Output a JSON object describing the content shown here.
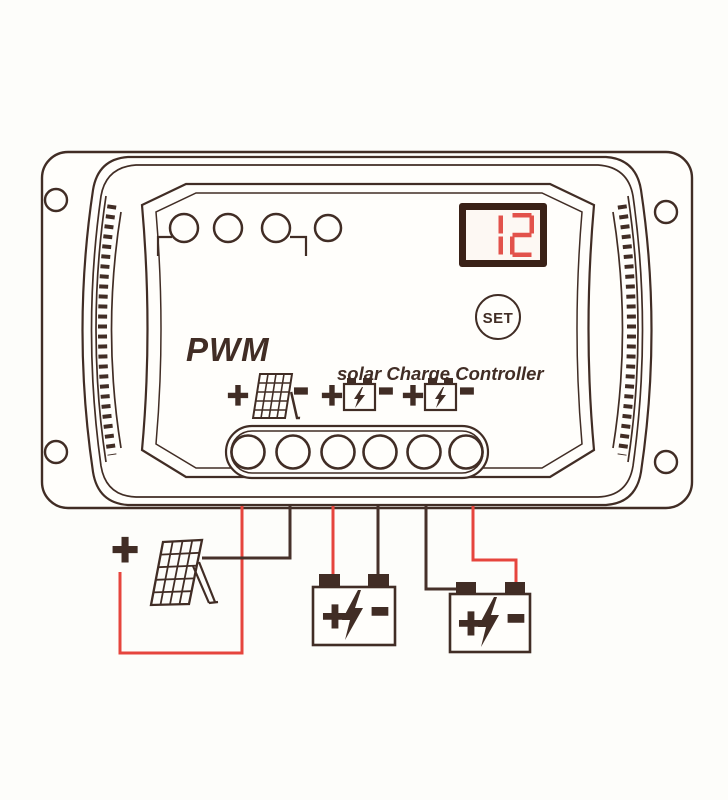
{
  "controller": {
    "brand": "PWM",
    "product_title": "solar Charge Controller",
    "display_value": "12",
    "set_label": "SET",
    "leds": [
      {
        "name": "green-led",
        "fill": "#43a436"
      },
      {
        "name": "orange-led",
        "fill": "#f19c1e"
      },
      {
        "name": "red-led",
        "fill": "#e83120"
      },
      {
        "name": "off-led",
        "fill": "#fffefb"
      }
    ],
    "terminal_count": 6,
    "terminal_labels": {
      "solar_plus": "+",
      "solar_minus": "-",
      "battery1_plus": "+",
      "battery1_minus": "-",
      "battery2_plus": "+",
      "battery2_minus": "-"
    }
  },
  "external_components": {
    "solar_panel": {
      "polarity_label": "+"
    },
    "battery1": {
      "plus": "+",
      "minus": "-"
    },
    "battery2": {
      "plus": "+",
      "minus": "-"
    }
  },
  "wiring": {
    "positive_color": "#e6453d",
    "negative_color": "#46312a"
  },
  "artwork": {
    "ink": "#412d25",
    "display_digit_color": "#e2524b",
    "display_bezel": "#3a2117",
    "set_button_fill": "#ea2a16",
    "set_text_color": "#4a130b"
  },
  "icons": [
    "solar-panel-icon",
    "battery-icon",
    "lightning-bolt-icon",
    "led-indicator",
    "seven-segment-display"
  ]
}
